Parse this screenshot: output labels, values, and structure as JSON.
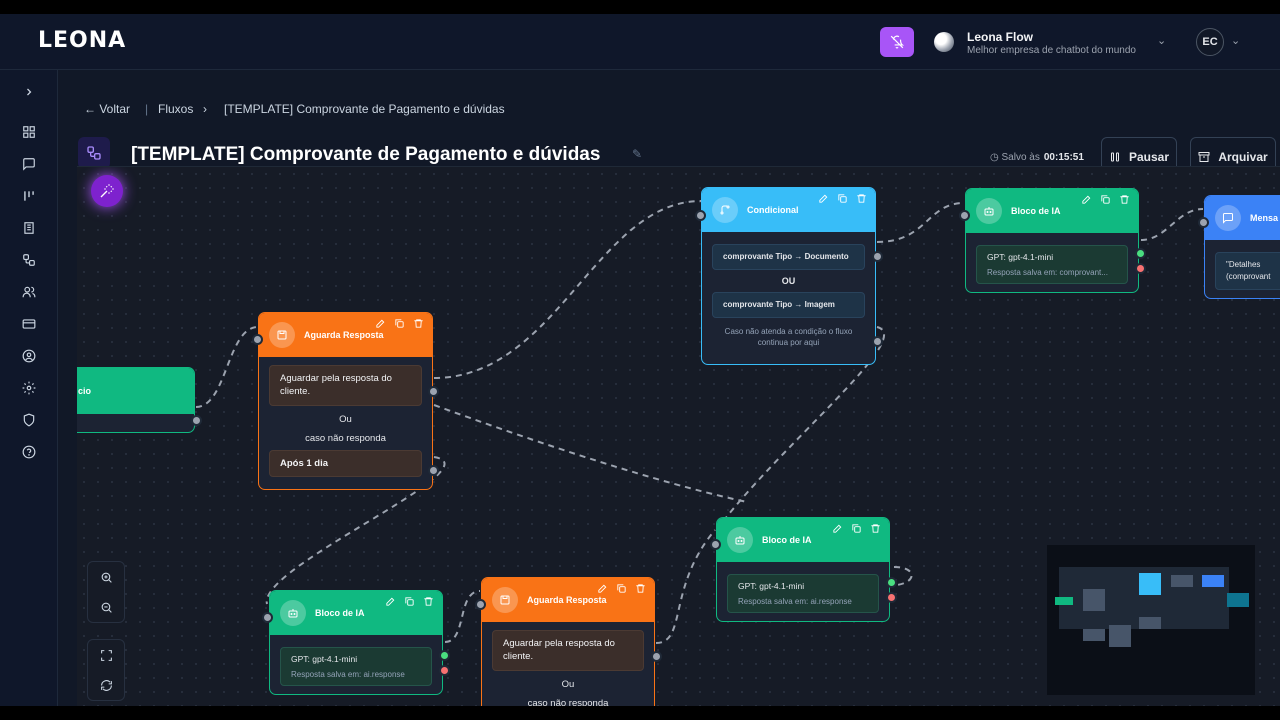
{
  "brand": {
    "logo": "LEONA"
  },
  "topbar": {
    "org_name": "Leona Flow",
    "org_sub": "Melhor empresa de chatbot do mundo",
    "avatar_initials": "EC"
  },
  "breadcrumb": {
    "back": "Voltar",
    "section": "Fluxos",
    "current": "[TEMPLATE] Comprovante de Pagamento e dúvidas"
  },
  "page": {
    "title": "[TEMPLATE] Comprovante de Pagamento e dúvidas",
    "saved_label": "Salvo às",
    "saved_time": "00:15:51",
    "pause_label": "Pausar",
    "archive_label": "Arquivar"
  },
  "nodes": {
    "start": {
      "label": "cio"
    },
    "wait1": {
      "title": "Aguarda Resposta",
      "message": "Aguardar pela resposta do cliente.",
      "or": "Ou",
      "no_reply": "caso não responda",
      "after": "Após 1 dia"
    },
    "cond": {
      "title": "Condicional",
      "rule1": "comprovante Tipo → Documento",
      "or": "OU",
      "rule2": "comprovante Tipo → Imagem",
      "fallback": "Caso não atenda a condição o fluxo continua por aqui"
    },
    "ai1": {
      "title": "Bloco de IA",
      "model": "GPT: gpt-4.1-mini",
      "saved": "Resposta salva em: comprovant..."
    },
    "msg": {
      "title": "Mensa",
      "line1": "\"Detalhes",
      "line2": "(comprovant"
    },
    "ai2": {
      "title": "Bloco de IA",
      "model": "GPT: gpt-4.1-mini",
      "saved": "Resposta salva em: ai.response"
    },
    "ai3": {
      "title": "Bloco de IA",
      "model": "GPT: gpt-4.1-mini",
      "saved": "Resposta salva em: ai.response"
    },
    "wait2": {
      "title": "Aguarda Resposta",
      "message": "Aguardar pela resposta do cliente.",
      "or": "Ou",
      "no_reply": "caso não responda"
    }
  },
  "colors": {
    "orange": "#f97316",
    "green": "#10b981",
    "blue": "#38bdf8",
    "accent": "#a855f7"
  }
}
